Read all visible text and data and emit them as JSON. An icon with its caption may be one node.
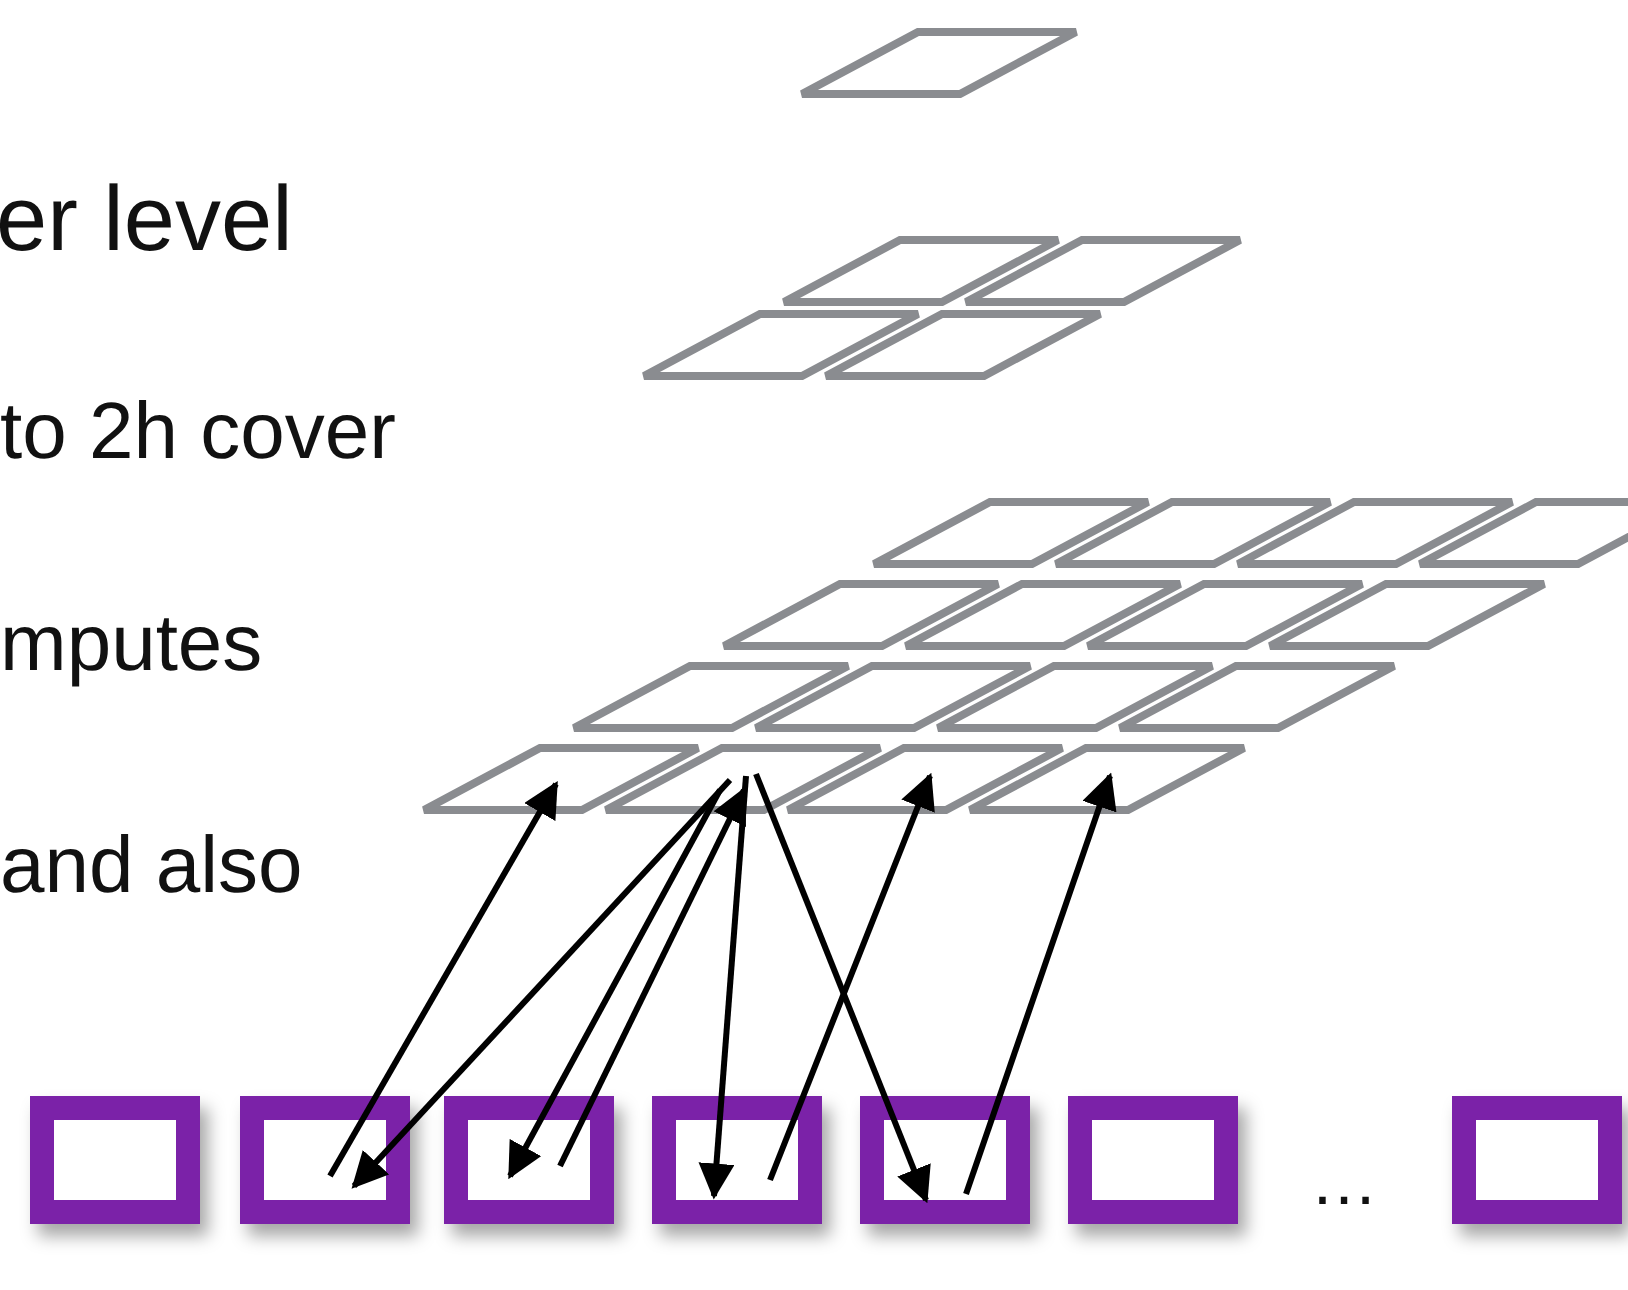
{
  "diagram": {
    "nodes": [
      {
        "text": [],
        "shape": "parallelogram"
      },
      {
        "text": [],
        "shape": "parallelogram"
      },
      {
        "text": [],
        "shape": "parallelogram"
      },
      {
        "text": [],
        "shape": "parallelogram"
      },
      {
        "text": [],
        "shape": "box"
      },
      {
        "text": [],
        "shape": "box"
      },
      {
        "text": [],
        "shape": "box"
      },
      {
        "text": [],
        "shape": "box"
      },
      {
        "text": [],
        "shape": "box"
      },
      {
        "text": [],
        "shape": "box"
      },
      {
        "text": [],
        "shape": "box"
      }
    ],
    "edges": [
      {
        "from": 5,
        "to": 0,
        "arrow": "to"
      },
      {
        "from": 1,
        "to": 5,
        "arrow": "to"
      },
      {
        "from": 1,
        "to": 6,
        "arrow": "to"
      },
      {
        "from": 6,
        "to": 1,
        "arrow": "to"
      },
      {
        "from": 1,
        "to": 7,
        "arrow": "to"
      },
      {
        "from": 1,
        "to": 8,
        "arrow": "to"
      },
      {
        "from": 7,
        "to": 2,
        "arrow": "to"
      },
      {
        "from": 8,
        "to": 3,
        "arrow": "to"
      }
    ],
    "labels": [
      "er level",
      "to 2h cover",
      "mputes",
      "and also",
      "…"
    ]
  }
}
